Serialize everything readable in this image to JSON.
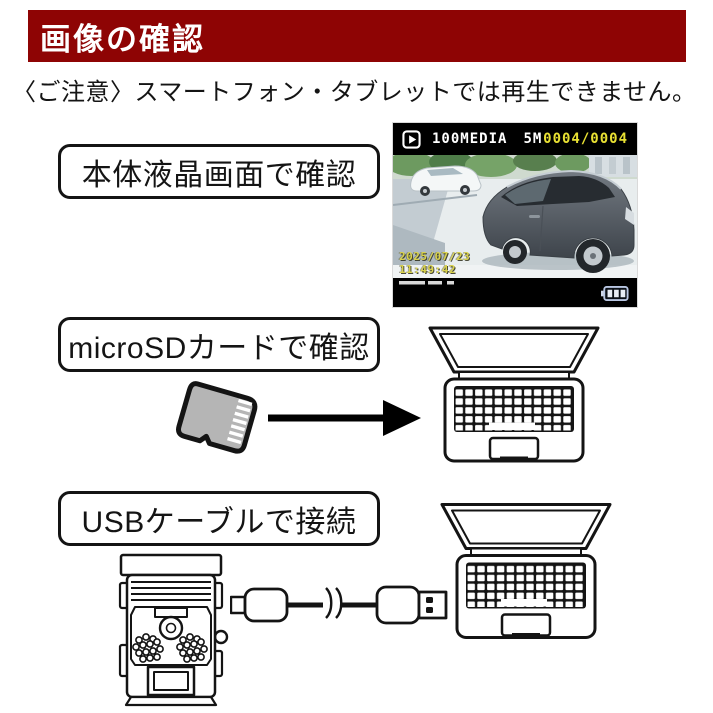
{
  "header": {
    "title": "画像の確認"
  },
  "notice": {
    "text": "〈ご注意〉スマートフォン・タブレットでは再生できません。"
  },
  "sections": {
    "lcd": {
      "label": "本体液晶画面で確認"
    },
    "sd": {
      "label": "microSDカードで確認"
    },
    "usb": {
      "label": "USBケーブルで接続"
    }
  },
  "camera_display": {
    "folder": "100MEDIA",
    "resolution": "5M",
    "counter": "0004/0004",
    "photo_date": "2025/07/23",
    "photo_time": "11:49:42"
  },
  "icons": {
    "play": "play-icon",
    "battery": "battery-icon",
    "microsd": "microsd-card-icon",
    "arrow": "arrow-right-icon",
    "laptop": "laptop-icon",
    "trail_camera": "trail-camera-icon",
    "usb_cable": "usb-cable-icon"
  },
  "colors": {
    "banner_bg": "#8e0404",
    "banner_text": "#ffffff",
    "counter_yellow": "#e8e033",
    "timestamp_yellow": "#d8d14b",
    "line_art": "#141414",
    "sd_card_gray": "#b5b5b5"
  }
}
